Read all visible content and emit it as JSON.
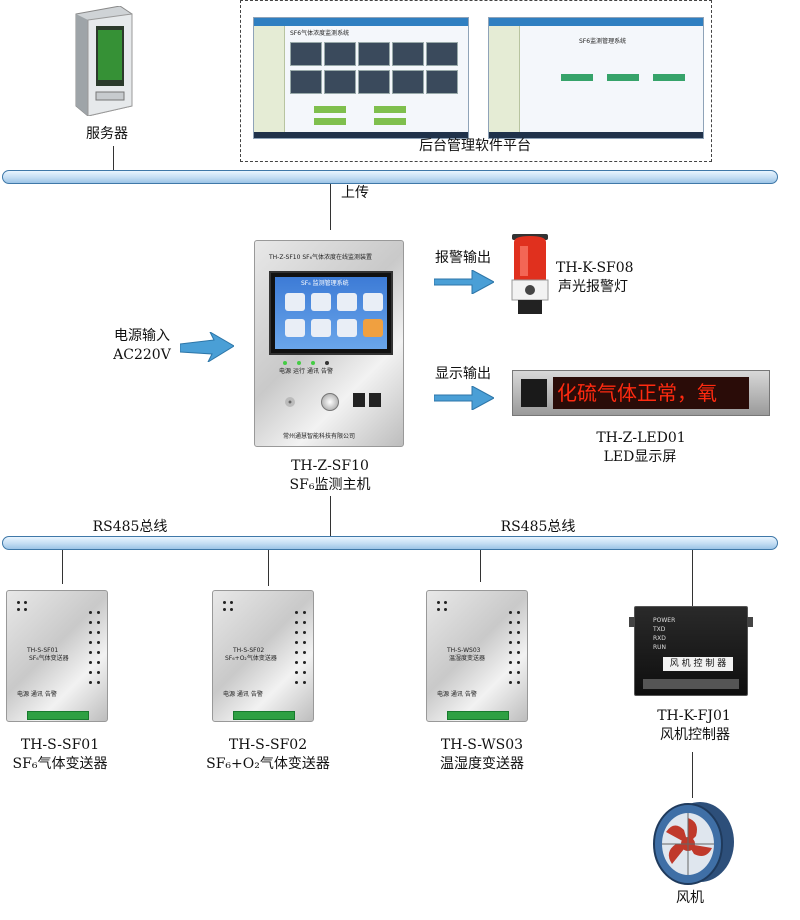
{
  "server": {
    "label": "服务器"
  },
  "software": {
    "label": "后台管理软件平台",
    "screen1_title": "SF6气体浓度监测系统",
    "screen2_title": "SF6监测管理系统"
  },
  "upload_label": "上传",
  "main_unit": {
    "panel_title": "TH-Z-SF10  SF₆气体浓度在线监测装置",
    "screen_title": "SF₆ 监测管理系统",
    "led_labels": [
      "电源",
      "运行",
      "通讯",
      "告警"
    ],
    "company": "常州通慧智能科技有限公司",
    "model": "TH-Z-SF10",
    "name": "SF₆监测主机"
  },
  "power_input": {
    "line1": "电源输入",
    "line2": "AC220V"
  },
  "alarm": {
    "output_label": "报警输出",
    "model": "TH-K-SF08",
    "name": "声光报警灯"
  },
  "display": {
    "output_label": "显示输出",
    "led_text": "化硫气体正常，氧",
    "model": "TH-Z-LED01",
    "name": "LED显示屏"
  },
  "bus": {
    "left_label": "RS485总线",
    "right_label": "RS485总线"
  },
  "transmitters": [
    {
      "plate1": "TH-S-SF01",
      "plate2": "SF₆气体变送器",
      "plate3": "电源 通讯 告警",
      "model": "TH-S-SF01",
      "name": "SF₆气体变送器"
    },
    {
      "plate1": "TH-S-SF02",
      "plate2": "SF₆+O₂气体变送器",
      "plate3": "电源 通讯 告警",
      "model": "TH-S-SF02",
      "name": "SF₆+O₂气体变送器"
    },
    {
      "plate1": "TH-S-WS03",
      "plate2": "温湿度变送器",
      "plate3": "电源 通讯 告警",
      "model": "TH-S-WS03",
      "name": "温湿度变送器"
    }
  ],
  "fan_controller": {
    "status_labels": [
      "POWER",
      "TXD",
      "RXD",
      "RUN"
    ],
    "plate": "风 机 控 制 器",
    "model": "TH-K-FJ01",
    "name": "风机控制器"
  },
  "fan": {
    "label": "风机"
  },
  "colors": {
    "bus": "#b8d6ef",
    "arrow": "#4a9fd6",
    "led_red": "#e0301e",
    "terminal": "#2ea043"
  }
}
